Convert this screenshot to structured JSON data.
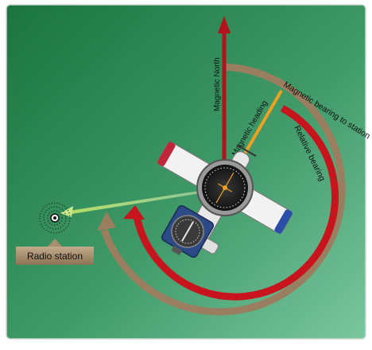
{
  "labels": {
    "magnetic_north": "Magnetic North",
    "magnetic_heading": "Magnetic heading",
    "relative_bearing": "Relative bearing",
    "magnetic_bearing_to_station": "Magnetic bearing to station",
    "radio_station": "Radio station"
  },
  "colors": {
    "background_start": "#1e7a45",
    "background_end": "#6fbf95",
    "magnetic_north_arrow": "#b3121b",
    "magnetic_heading_line": "#f0a020",
    "relative_bearing_arc": "#c8141c",
    "magnetic_bearing_arc": "#9c8063",
    "bearing_line_to_station": "#c9e88c",
    "radio_station_label_bg": "#a8906f",
    "aircraft_body": "#f2f2f2",
    "wingtip_stripe": "#c0283a",
    "instrument_face": "#222222"
  },
  "icons": {
    "radio_station": "broadcast-tower-icon",
    "aircraft": "airplane-icon",
    "heading_indicator": "compass-gauge-icon",
    "adf_indicator": "adf-instrument-icon"
  }
}
